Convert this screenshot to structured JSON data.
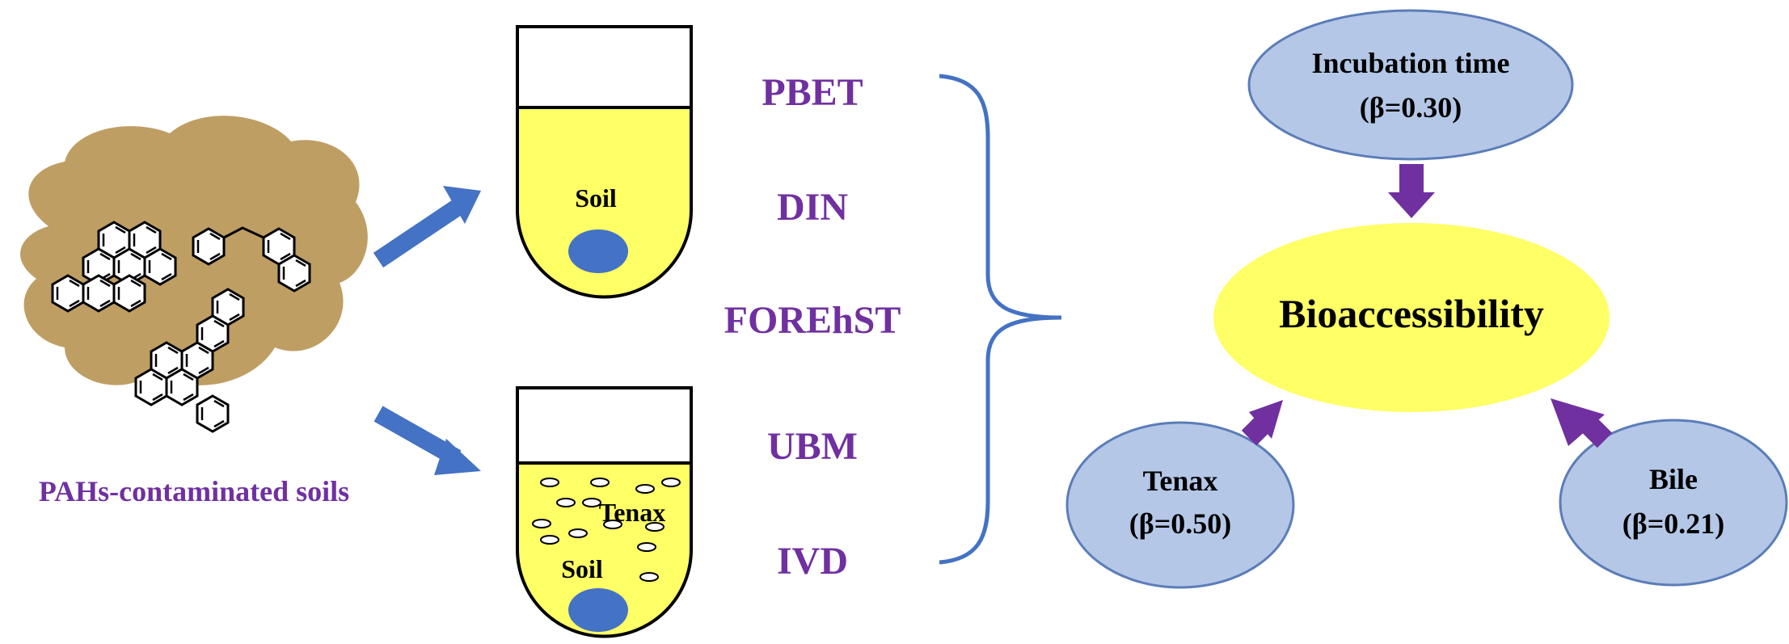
{
  "source_label": "PAHs-contaminated soils",
  "tube_top": {
    "soil_label": "Soil"
  },
  "tube_bottom": {
    "soil_label": "Soil",
    "tenax_label": "Tenax"
  },
  "methods": [
    "PBET",
    "DIN",
    "FOREhST",
    "UBM",
    "IVD"
  ],
  "center": {
    "label": "Bioaccessibility"
  },
  "factors": {
    "incubation": {
      "name": "Incubation time",
      "beta": "(β=0.30)"
    },
    "tenax": {
      "name": "Tenax",
      "beta": "(β=0.50)"
    },
    "bile": {
      "name": "Bile",
      "beta": "(β=0.21)"
    }
  },
  "colors": {
    "soil_brown": "#BE9E63",
    "liquid_yellow": "#FFFF66",
    "soil_blue": "#4472C4",
    "arrow_blue": "#4472C4",
    "arrow_purple": "#7030A0",
    "factor_fill": "#B4C7E7",
    "factor_stroke": "#5B7DB8",
    "text_purple": "#7030A0"
  }
}
